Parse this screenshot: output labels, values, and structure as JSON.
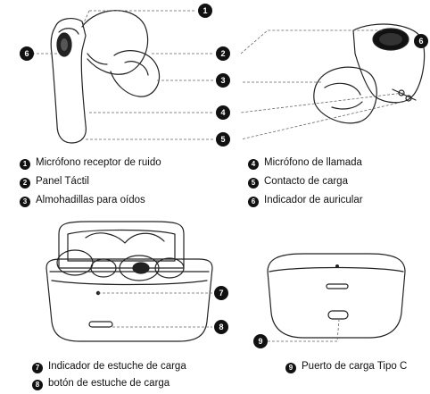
{
  "legend": {
    "item1": {
      "num": "1",
      "text": "Micrófono receptor de ruido"
    },
    "item2": {
      "num": "2",
      "text": "Panel Táctil"
    },
    "item3": {
      "num": "3",
      "text": "Almohadillas para oídos"
    },
    "item4": {
      "num": "4",
      "text": "Micrófono de llamada"
    },
    "item5": {
      "num": "5",
      "text": "Contacto de carga"
    },
    "item6": {
      "num": "6",
      "text": "Indicador de auricular"
    },
    "item7": {
      "num": "7",
      "text": "Indicador de estuche de carga"
    },
    "item8": {
      "num": "8",
      "text": "botón de estuche de carga"
    },
    "item9": {
      "num": "9",
      "text": "Puerto de carga Tipo C"
    }
  },
  "callouts": {
    "c1": "1",
    "c2": "2",
    "c3": "3",
    "c4": "4",
    "c5": "5",
    "c6a": "6",
    "c6b": "6",
    "c7": "7",
    "c8": "8",
    "c9": "9"
  },
  "colors": {
    "ink": "#111111",
    "line": "#555555"
  }
}
